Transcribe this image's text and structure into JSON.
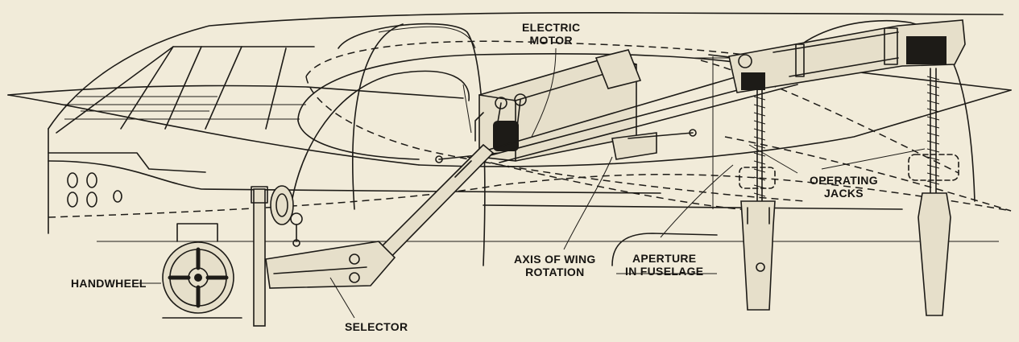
{
  "labels": {
    "electric_motor": [
      "ELECTRIC",
      "MOTOR"
    ],
    "operating_jacks": [
      "OPERATING",
      "JACKS"
    ],
    "axis_of_wing_rotation": [
      "AXIS OF WING",
      "ROTATION"
    ],
    "aperture_in_fuselage": [
      "APERTURE",
      "IN FUSELAGE"
    ],
    "handwheel": "HANDWHEEL",
    "selector": "SELECTOR"
  },
  "colors": {
    "paper": "#f1ebd9",
    "ink": "#1d1b17"
  }
}
